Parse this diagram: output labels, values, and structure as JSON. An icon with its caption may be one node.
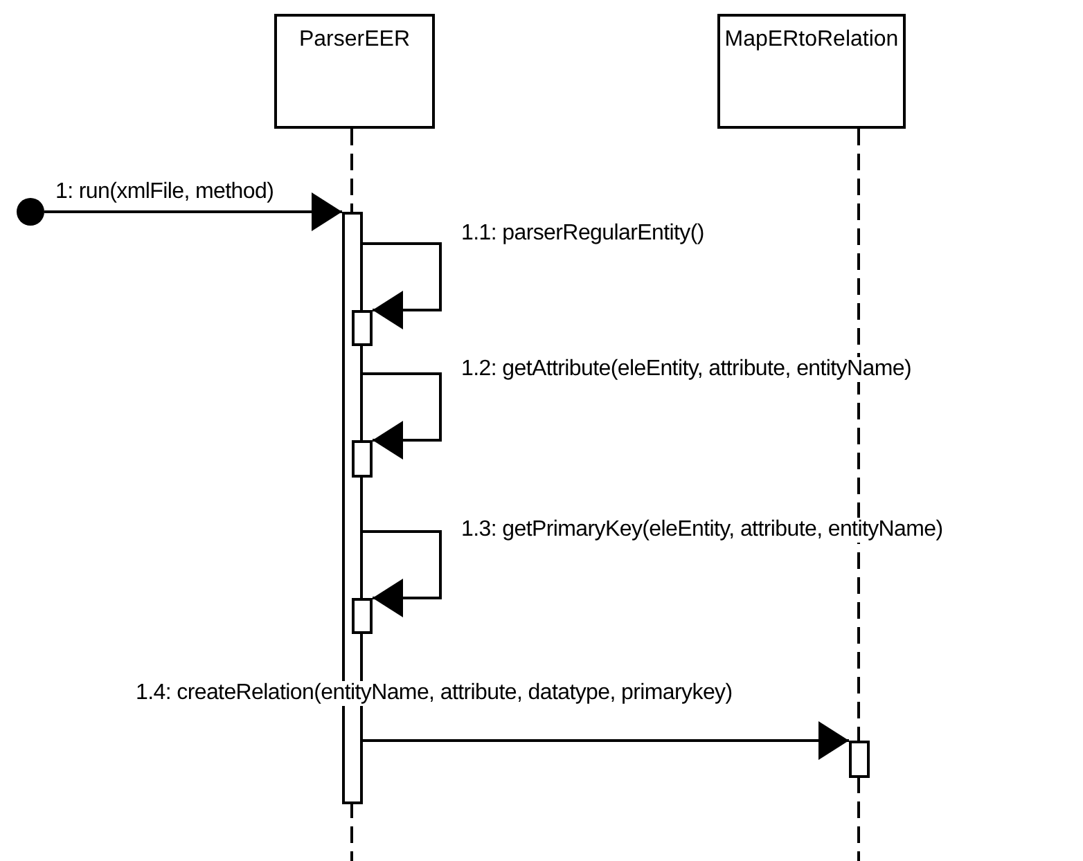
{
  "diagram": {
    "nodes": [
      {
        "text": [
          "ParserEER"
        ]
      },
      {
        "text": [
          "MapERtoRelation"
        ]
      },
      {
        "text": [],
        "shape": "circle"
      },
      {
        "text": [],
        "shape": "bar"
      },
      {
        "text": [],
        "shape": "bar"
      },
      {
        "text": [],
        "shape": "bar"
      },
      {
        "text": [],
        "shape": "bar"
      },
      {
        "text": [],
        "shape": "bar"
      }
    ],
    "edges": [
      {
        "from": 2,
        "to": 3,
        "arrow": "to",
        "label": "1: run(xmlFile, method)"
      },
      {
        "from": 3,
        "to": 4,
        "arrow": "to",
        "label": "1.1: parserRegularEntity()"
      },
      {
        "from": 3,
        "to": 5,
        "arrow": "to",
        "label": "1.2: getAttribute(eleEntity, attribute, entityName)"
      },
      {
        "from": 3,
        "to": 6,
        "arrow": "to",
        "label": "1.3: getPrimaryKey(eleEntity, attribute, entityName)"
      },
      {
        "from": 3,
        "to": 7,
        "arrow": "to",
        "label": "1.4: createRelation(entityName, attribute, datatype, primarykey)"
      }
    ]
  }
}
